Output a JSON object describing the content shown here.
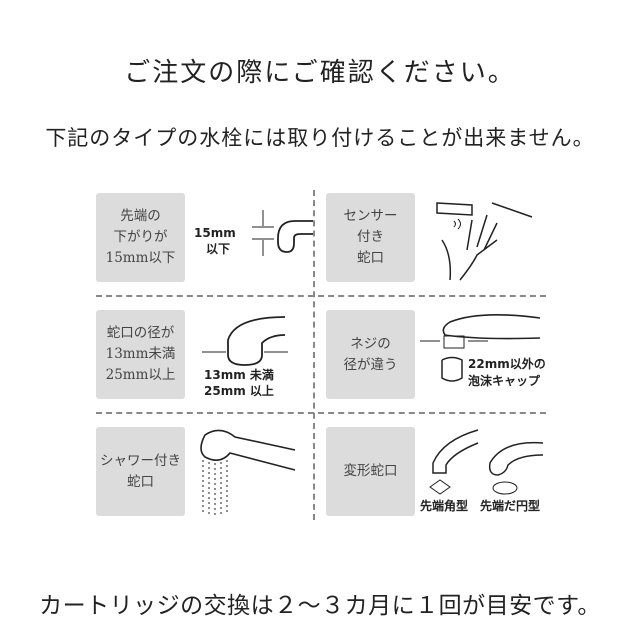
{
  "title": "ご注文の際にご確認ください。",
  "subtitle": "下記のタイプの水栓には取り付けることが出来ません。",
  "items": [
    {
      "label": "先端の\n下がりが\n15mm以下",
      "notes": [
        "15mm",
        "以下"
      ]
    },
    {
      "label": "センサー\n付き\n蛇口",
      "notes": []
    },
    {
      "label": "蛇口の径が\n13mm未満\n25mm以上",
      "notes": [
        "13mm 未満",
        "25mm 以上"
      ]
    },
    {
      "label": "ネジの\n径が違う",
      "notes": [
        "22mm以外の",
        "泡沫キャップ"
      ]
    },
    {
      "label": "シャワー付き\n蛇口",
      "notes": []
    },
    {
      "label": "変形蛇口",
      "notes": [
        "先端角型",
        "先端だ円型"
      ]
    }
  ],
  "footer": "カートリッジの交換は２～３カ月に１回が目安です。"
}
